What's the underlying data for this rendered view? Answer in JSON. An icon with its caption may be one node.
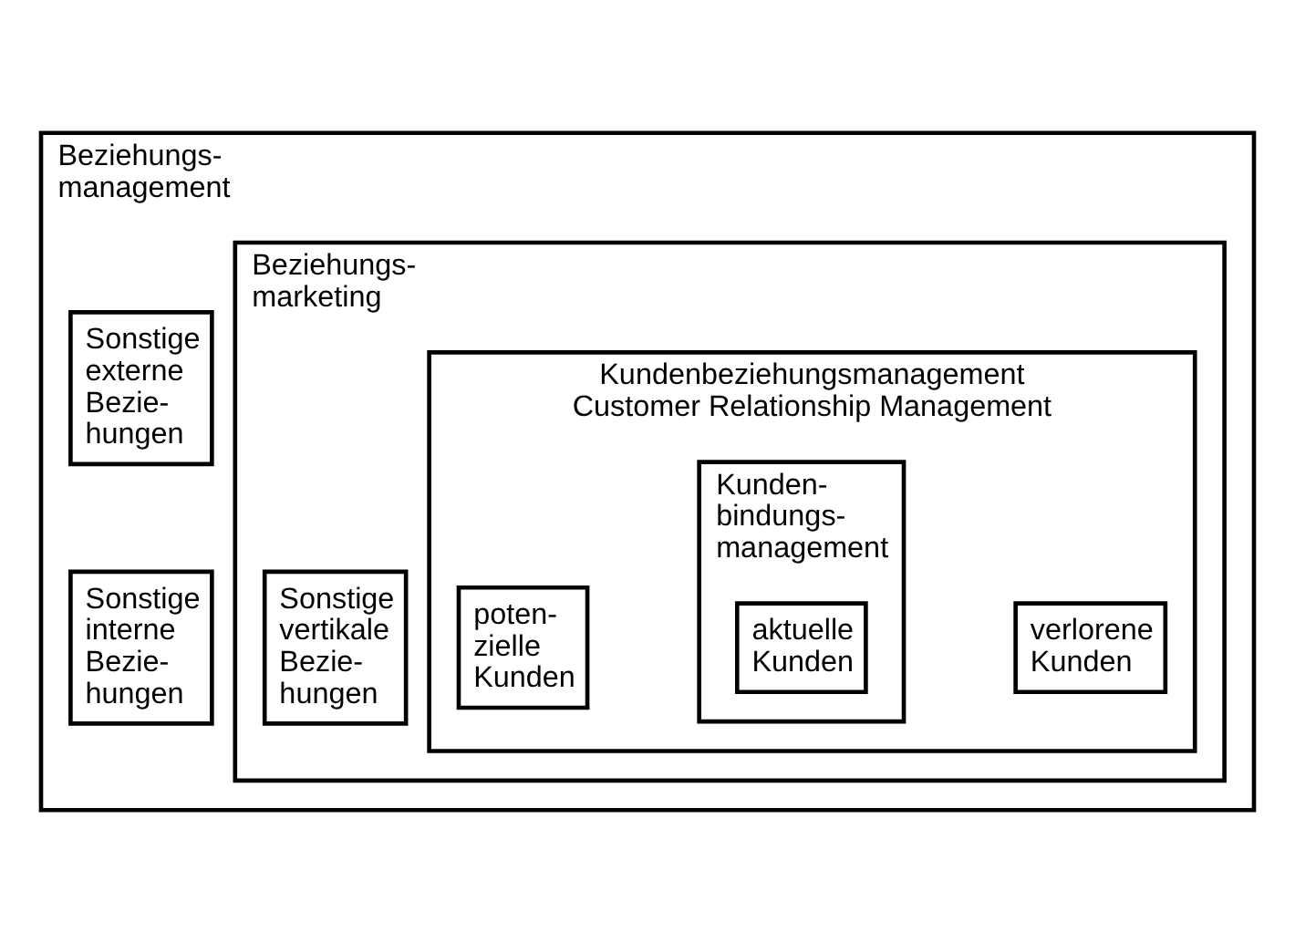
{
  "diagram": {
    "nodes": [
      {
        "text": [
          "Beziehungs- management"
        ]
      },
      {
        "text": [
          "Sonstige externe Bezie- hungen"
        ],
        "in": 0
      },
      {
        "text": [
          "Sonstige interne Bezie- hungen"
        ],
        "in": 0
      },
      {
        "text": [
          "Beziehungs- marketing"
        ],
        "in": 0
      },
      {
        "text": [
          "Sonstige vertikale Bezie- hungen"
        ],
        "in": 3
      },
      {
        "text": [
          "Kundenbeziehungsmanagement",
          "Customer Relationship Management"
        ],
        "in": 3
      },
      {
        "text": [
          "poten- zielle Kunden"
        ],
        "in": 5
      },
      {
        "text": [
          "Kunden- bindungs- management"
        ],
        "in": 5
      },
      {
        "text": [
          "aktuelle Kunden"
        ],
        "in": 7
      },
      {
        "text": [
          "verlorene Kunden"
        ],
        "in": 5
      }
    ]
  }
}
